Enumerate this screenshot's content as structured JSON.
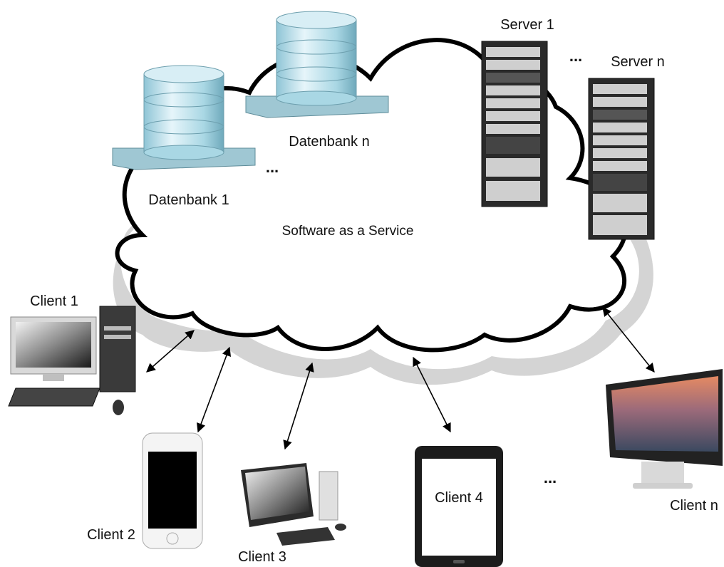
{
  "diagram": {
    "center_label": "Software as a Service",
    "databases": [
      {
        "label": "Datenbank 1"
      },
      {
        "label": "Datenbank n"
      }
    ],
    "database_ellipsis": "...",
    "servers": [
      {
        "label": "Server 1"
      },
      {
        "label": "Server n"
      }
    ],
    "server_ellipsis": "...",
    "clients": [
      {
        "label": "Client 1",
        "device": "desktop-pc"
      },
      {
        "label": "Client 2",
        "device": "smartphone"
      },
      {
        "label": "Client 3",
        "device": "all-in-one-pc"
      },
      {
        "label": "Client 4",
        "device": "tablet"
      },
      {
        "label": "Client n",
        "device": "monitor"
      }
    ],
    "client_ellipsis": "...",
    "colors": {
      "cloud_outline": "#000000",
      "cloud_shadow": "#d4d4d4",
      "database_cylinder": "#a9d7e4",
      "database_base": "#9fc7d3",
      "server_body": "#2a2a2a"
    }
  }
}
